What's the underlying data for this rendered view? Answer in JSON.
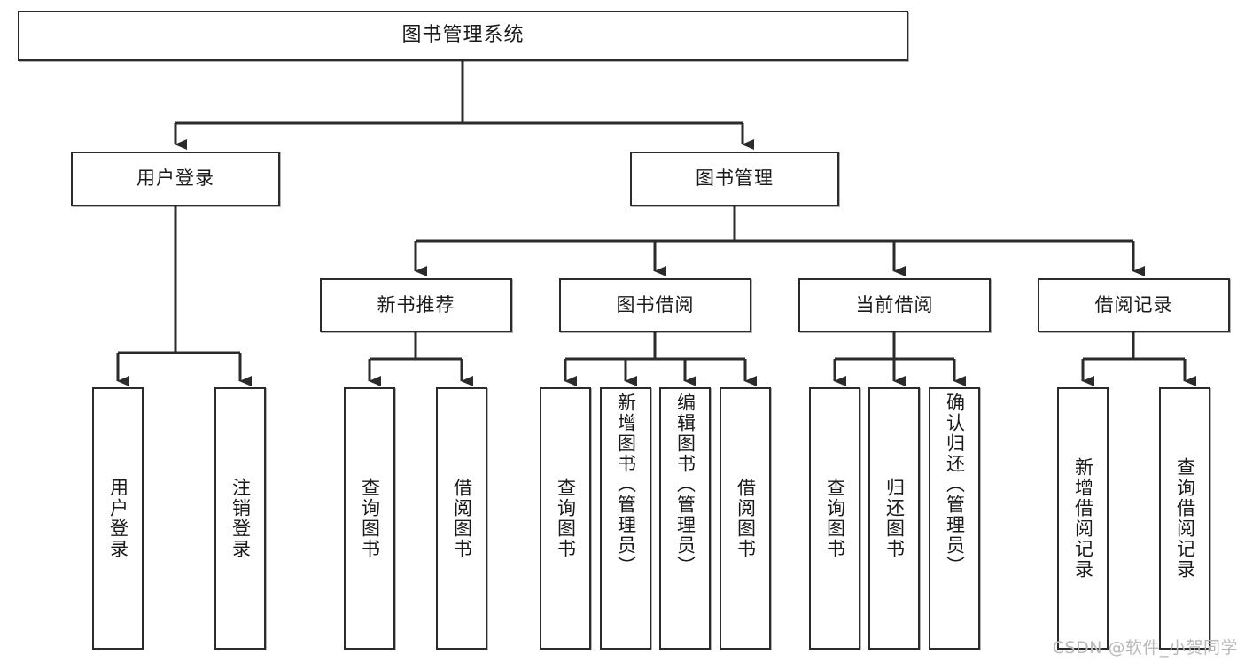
{
  "diagram": {
    "title": "图书管理系统",
    "watermark": "CSDN @软件_小贺同学",
    "type": "tree",
    "colors": {
      "stroke": "#2b2b2b",
      "fill": "#ffffff",
      "text": "#1a1a1a",
      "watermark": "#b9b9b9"
    },
    "root": {
      "label": "图书管理系统"
    },
    "level2": [
      {
        "label": "用户登录"
      },
      {
        "label": "图书管理"
      }
    ],
    "level3": [
      {
        "label": "新书推荐"
      },
      {
        "label": "图书借阅"
      },
      {
        "label": "当前借阅"
      },
      {
        "label": "借阅记录"
      }
    ],
    "leaves": {
      "user_login": [
        {
          "label": "用户登录"
        },
        {
          "label": "注销登录"
        }
      ],
      "new_book_recommend": [
        {
          "label": "查询图书"
        },
        {
          "label": "借阅图书"
        }
      ],
      "book_borrow": [
        {
          "label": "查询图书"
        },
        {
          "label": "新增图书（管理员）"
        },
        {
          "label": "编辑图书（管理员）"
        },
        {
          "label": "借阅图书"
        }
      ],
      "current_borrow": [
        {
          "label": "查询图书"
        },
        {
          "label": "归还图书"
        },
        {
          "label": "确认归还（管理员）"
        }
      ],
      "borrow_record": [
        {
          "label": "新增借阅记录"
        },
        {
          "label": "查询借阅记录"
        }
      ]
    }
  }
}
